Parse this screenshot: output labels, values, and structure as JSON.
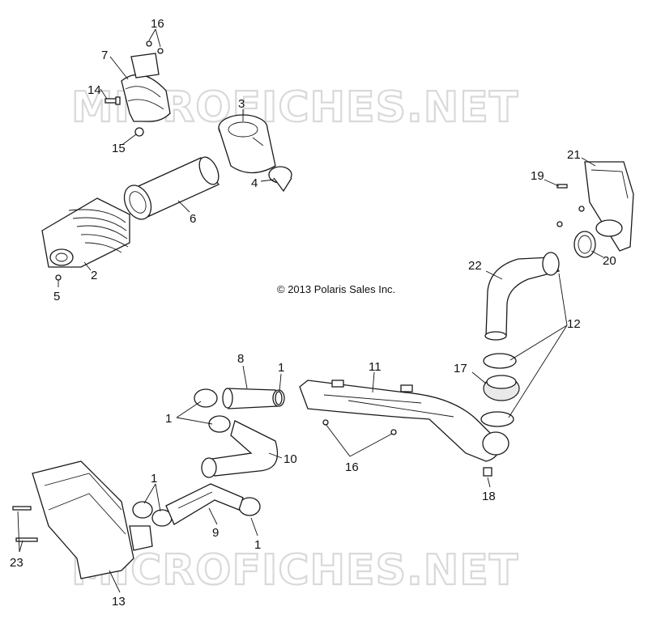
{
  "watermark": {
    "top": "MICROFICHES.NET",
    "bottom": "MICROFICHES.NET"
  },
  "copyright": "© 2013 Polaris Sales Inc.",
  "callouts": {
    "c16a": "16",
    "c7": "7",
    "c14": "14",
    "c15": "15",
    "c3": "3",
    "c4": "4",
    "c6": "6",
    "c2": "2",
    "c5": "5",
    "c21": "21",
    "c19": "19",
    "c20": "20",
    "c22": "22",
    "c12": "12",
    "c17": "17",
    "c8": "8",
    "c1a": "1",
    "c11": "11",
    "c1b": "1",
    "c10": "10",
    "c16b": "16",
    "c18": "18",
    "c1c": "1",
    "c9": "9",
    "c1d": "1",
    "c23": "23",
    "c13": "13"
  }
}
